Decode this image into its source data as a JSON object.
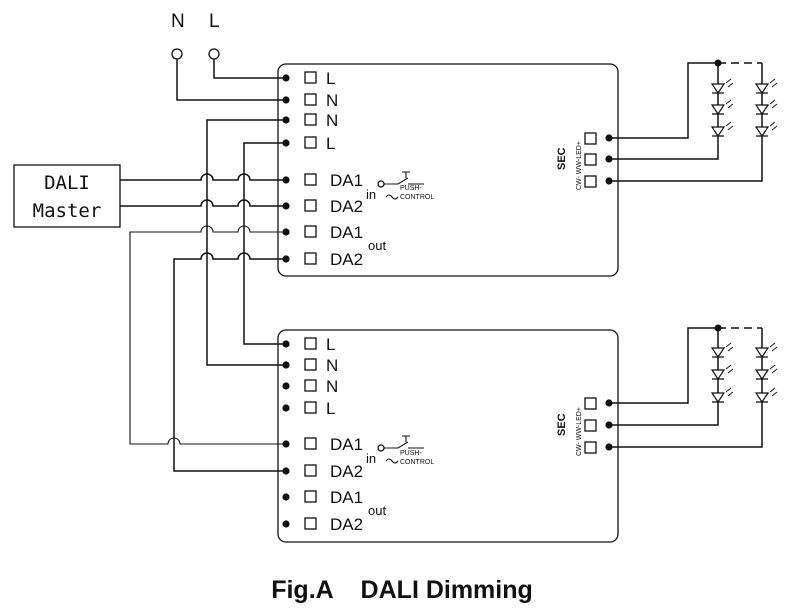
{
  "supply": {
    "n": "N",
    "l": "L"
  },
  "dali_master": {
    "line1": "DALI",
    "line2": "Master"
  },
  "driver_terminals": [
    "L",
    "N",
    "N",
    "L"
  ],
  "dali_terms": {
    "da1": "DA1",
    "da2": "DA2",
    "in": "in",
    "out": "out"
  },
  "push_control": {
    "line1": "PUSH-",
    "line2": "CONTROL"
  },
  "secondary": {
    "title": "SEC",
    "labels": "CW-  WW-LED+"
  },
  "caption": "Fig.A    DALI Dimming"
}
